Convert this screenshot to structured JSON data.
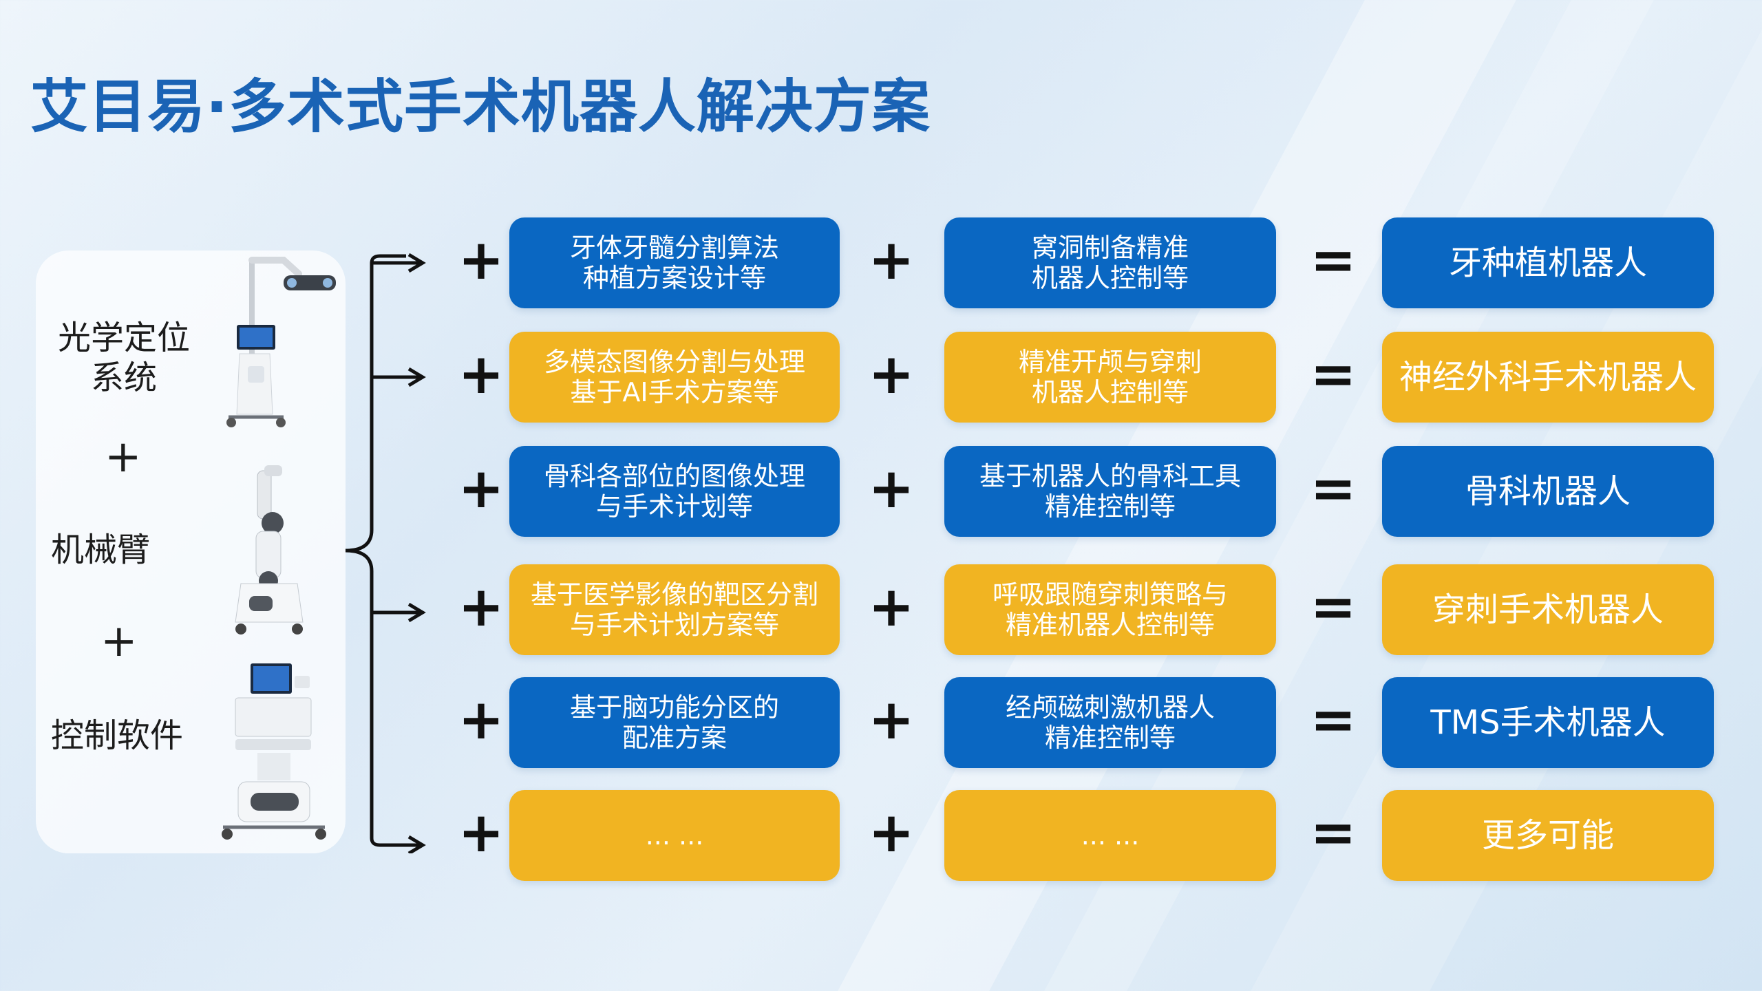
{
  "title": "艾目易·多术式手术机器人解决方案",
  "components": {
    "optical": "光学定位\n系统",
    "plus1": "+",
    "arm": "机械臂",
    "plus2": "+",
    "software": "控制软件"
  },
  "rows": [
    {
      "color": "#0a67c2",
      "col1": "牙体牙髓分割算法\n种植方案设计等",
      "col2": "窝洞制备精准\n机器人控制等",
      "result": "牙种植机器人"
    },
    {
      "color": "#f1b422",
      "col1": "多模态图像分割与处理\n基于AI手术方案等",
      "col2": "精准开颅与穿刺\n机器人控制等",
      "result": "神经外科手术机器人"
    },
    {
      "color": "#0a67c2",
      "col1": "骨科各部位的图像处理\n与手术计划等",
      "col2": "基于机器人的骨科工具\n精准控制等",
      "result": "骨科机器人"
    },
    {
      "color": "#f1b422",
      "col1": "基于医学影像的靶区分割\n与手术计划方案等",
      "col2": "呼吸跟随穿刺策略与\n精准机器人控制等",
      "result": "穿刺手术机器人"
    },
    {
      "color": "#0a67c2",
      "col1": "基于脑功能分区的\n配准方案",
      "col2": "经颅磁刺激机器人\n精准控制等",
      "result": "TMS手术机器人"
    },
    {
      "color": "#f1b422",
      "col1": "... ...",
      "col2": "... ...",
      "result": "更多可能"
    }
  ],
  "operators": {
    "plus": "+",
    "equals": "="
  }
}
